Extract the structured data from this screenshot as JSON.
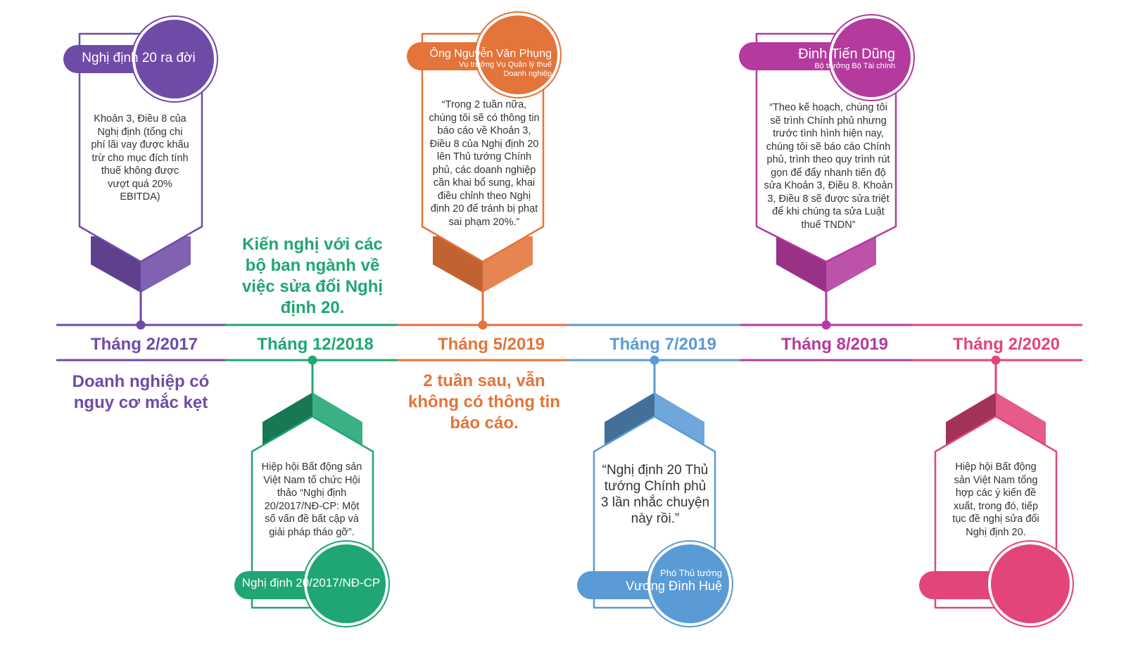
{
  "colors": {
    "purple": "#6f4ba8",
    "green": "#20a672",
    "orange": "#e3743a",
    "blue": "#5b9bd5",
    "magenta": "#b43a9e",
    "pink": "#e2457a"
  },
  "timeline": {
    "dates": [
      "Tháng 2/2017",
      "Tháng 12/2018",
      "Tháng 5/2019",
      "Tháng 7/2019",
      "Tháng 8/2019",
      "Tháng 2/2020"
    ]
  },
  "events": {
    "e1": {
      "pill": "Nghị định 20 ra đời",
      "body": "Khoản 3, Điều 8 của Nghị định (tổng chi phí lãi vay được khấu trừ cho mục đích tính thuế không được vượt quá 20% EBITDA)",
      "below": "Doanh nghiệp có nguy cơ mắc kẹt"
    },
    "e2": {
      "above": "Kiến nghị với các bộ ban ngành về việc sửa đổi Nghị định 20.",
      "body": "Hiệp hội Bất động sản Việt Nam tổ chức Hội thảo “Nghị định 20/2017/NĐ-CP: Một số vấn đề bất cập và giải pháp tháo gỡ”.",
      "pill": "Nghị định 20/2017/NĐ-CP"
    },
    "e3": {
      "pill_name": "Ông Nguyễn Văn Phụng",
      "pill_role1": "Vụ trưởng Vụ Quản lý thuế",
      "pill_role2": "Doanh nghiệp",
      "body": "“Trong 2 tuần nữa, chúng tôi sẽ có thông tin báo cáo về Khoản 3, Điều 8 của Nghị định 20 lên Thủ tướng Chính phủ, các doanh nghiệp cần khai bổ sung, khai điều chỉnh theo Nghị định 20 để tránh bị phạt sai phạm 20%.”",
      "below": "2 tuần sau, vẫn không có thông tin báo cáo."
    },
    "e4": {
      "body": "“Nghị định 20 Thủ tướng Chính phủ 3 lần nhắc chuyện này rồi.”",
      "pill_role": "Phó Thủ tướng",
      "pill_name": "Vương Đình Huệ"
    },
    "e5": {
      "pill_name": "Đinh Tiến Dũng",
      "pill_role": "Bộ trưởng Bộ Tài chính",
      "body": "“Theo kế hoạch, chúng tôi sẽ trình Chính phủ nhưng trước tình hình hiện nay, chúng tôi sẽ báo cáo Chính phủ, trình theo quy trình rút gọn để đẩy nhanh tiến độ sửa Khoản 3, Điều 8. Khoản 3, Điều 8 sẽ được sửa triệt để khi chúng ta sửa Luật thuế TNDN”"
    },
    "e6": {
      "body": "Hiệp hội Bất động sản Việt Nam tổng hợp các ý kiến đề xuất, trong đó, tiếp tục đề nghị sửa đổi Nghị định 20."
    }
  }
}
